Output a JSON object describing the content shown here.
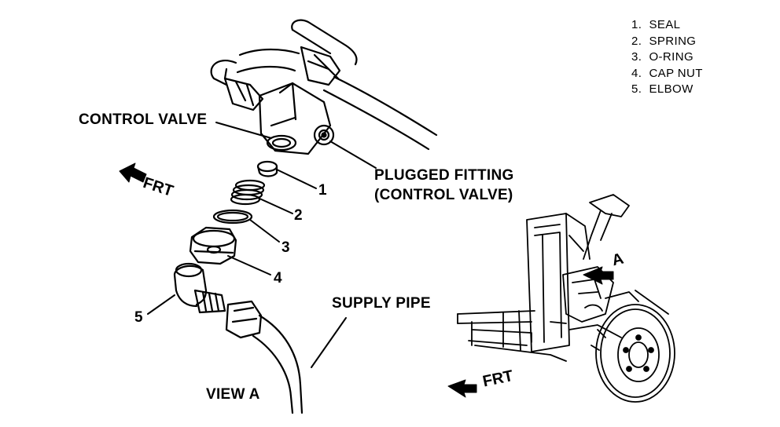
{
  "legend": [
    {
      "num": "1.",
      "text": "SEAL"
    },
    {
      "num": "2.",
      "text": "SPRING"
    },
    {
      "num": "3.",
      "text": "O-RING"
    },
    {
      "num": "4.",
      "text": "CAP NUT"
    },
    {
      "num": "5.",
      "text": "ELBOW"
    }
  ],
  "labels": {
    "control_valve": "CONTROL VALVE",
    "plugged_fitting_1": "PLUGGED FITTING",
    "plugged_fitting_2": "(CONTROL VALVE)",
    "supply_pipe": "SUPPLY PIPE",
    "view_a": "VIEW A",
    "frt_left": "FRT",
    "frt_right": "FRT",
    "a_marker": "A"
  },
  "callouts": [
    "1",
    "2",
    "3",
    "4",
    "5"
  ]
}
